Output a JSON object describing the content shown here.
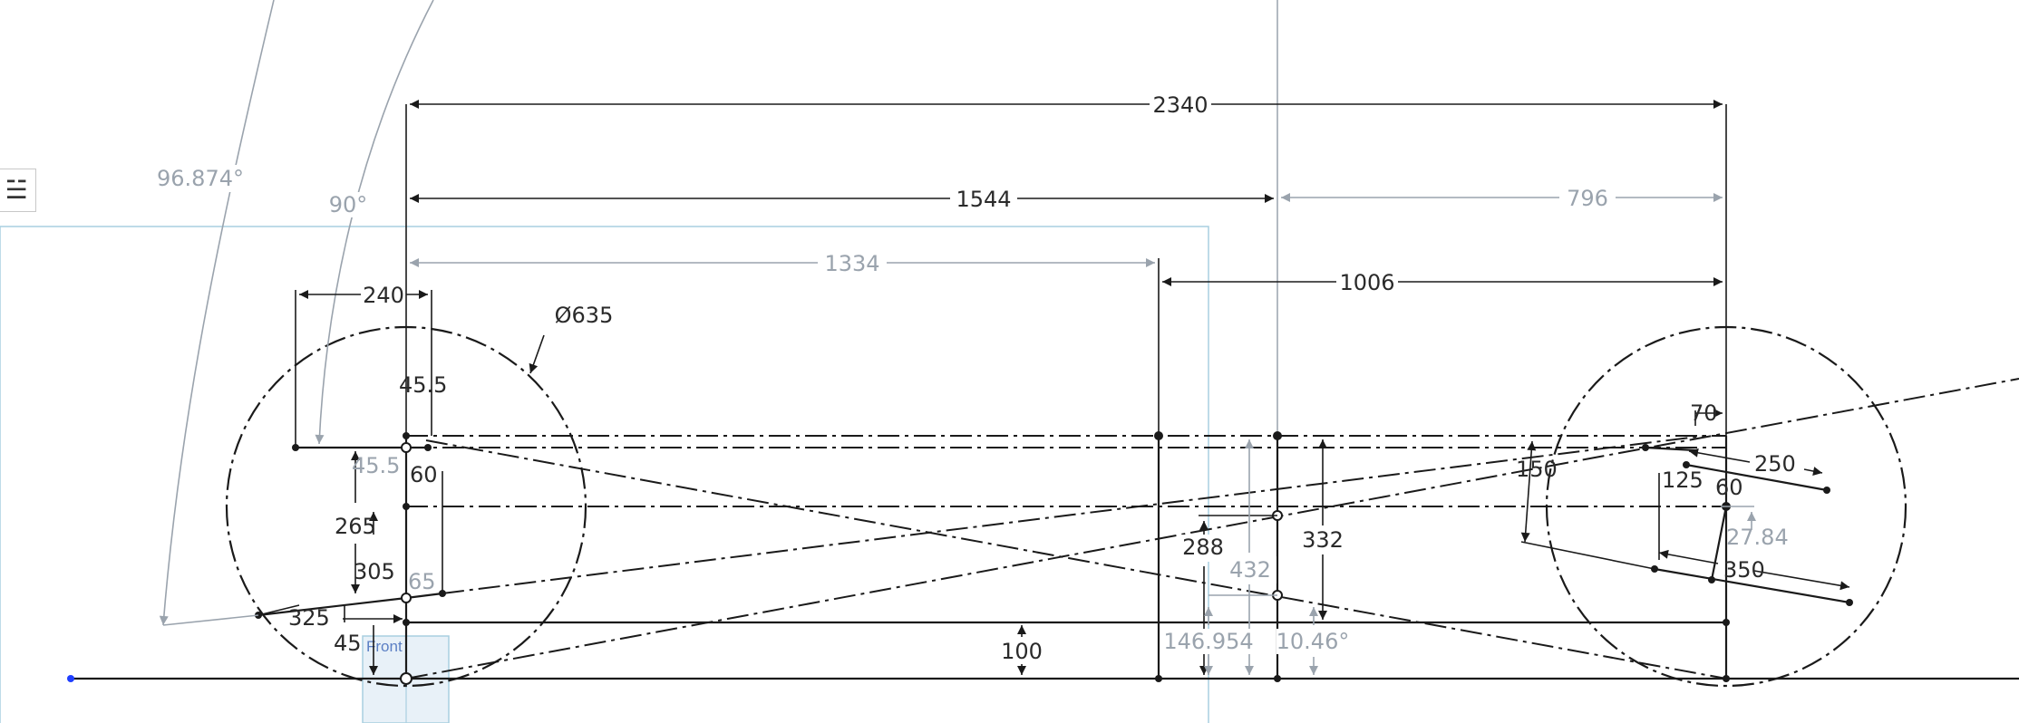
{
  "toolbar": {
    "sketch_list_icon": "list-tree-icon"
  },
  "plane_label": "Front",
  "colors": {
    "line_dark": "#1a1a1a",
    "line_grey": "#9aa3ad",
    "plane_blue": "#a8cfe0",
    "origin_blue": "#1f3fff"
  },
  "dimensions": {
    "d2340": "2340",
    "d1544": "1544",
    "d796": "796",
    "d1334": "1334",
    "d1006": "1006",
    "d240": "240",
    "d635": "Ø635",
    "d45_5a": "45.5",
    "d45_5b": "45.5",
    "d60a": "60",
    "d265": "265",
    "d305": "305",
    "d65": "65",
    "d325": "325",
    "d45": "45",
    "d100": "100",
    "d288": "288",
    "d432": "432",
    "d332": "332",
    "d146954": "146.954",
    "d1046": "10.46°",
    "d70": "70",
    "d250": "250",
    "d150": "150",
    "d125": "125",
    "d60b": "60",
    "d2784": "27.84",
    "d350": "350",
    "a96874": "96.874°",
    "a90": "90°"
  }
}
